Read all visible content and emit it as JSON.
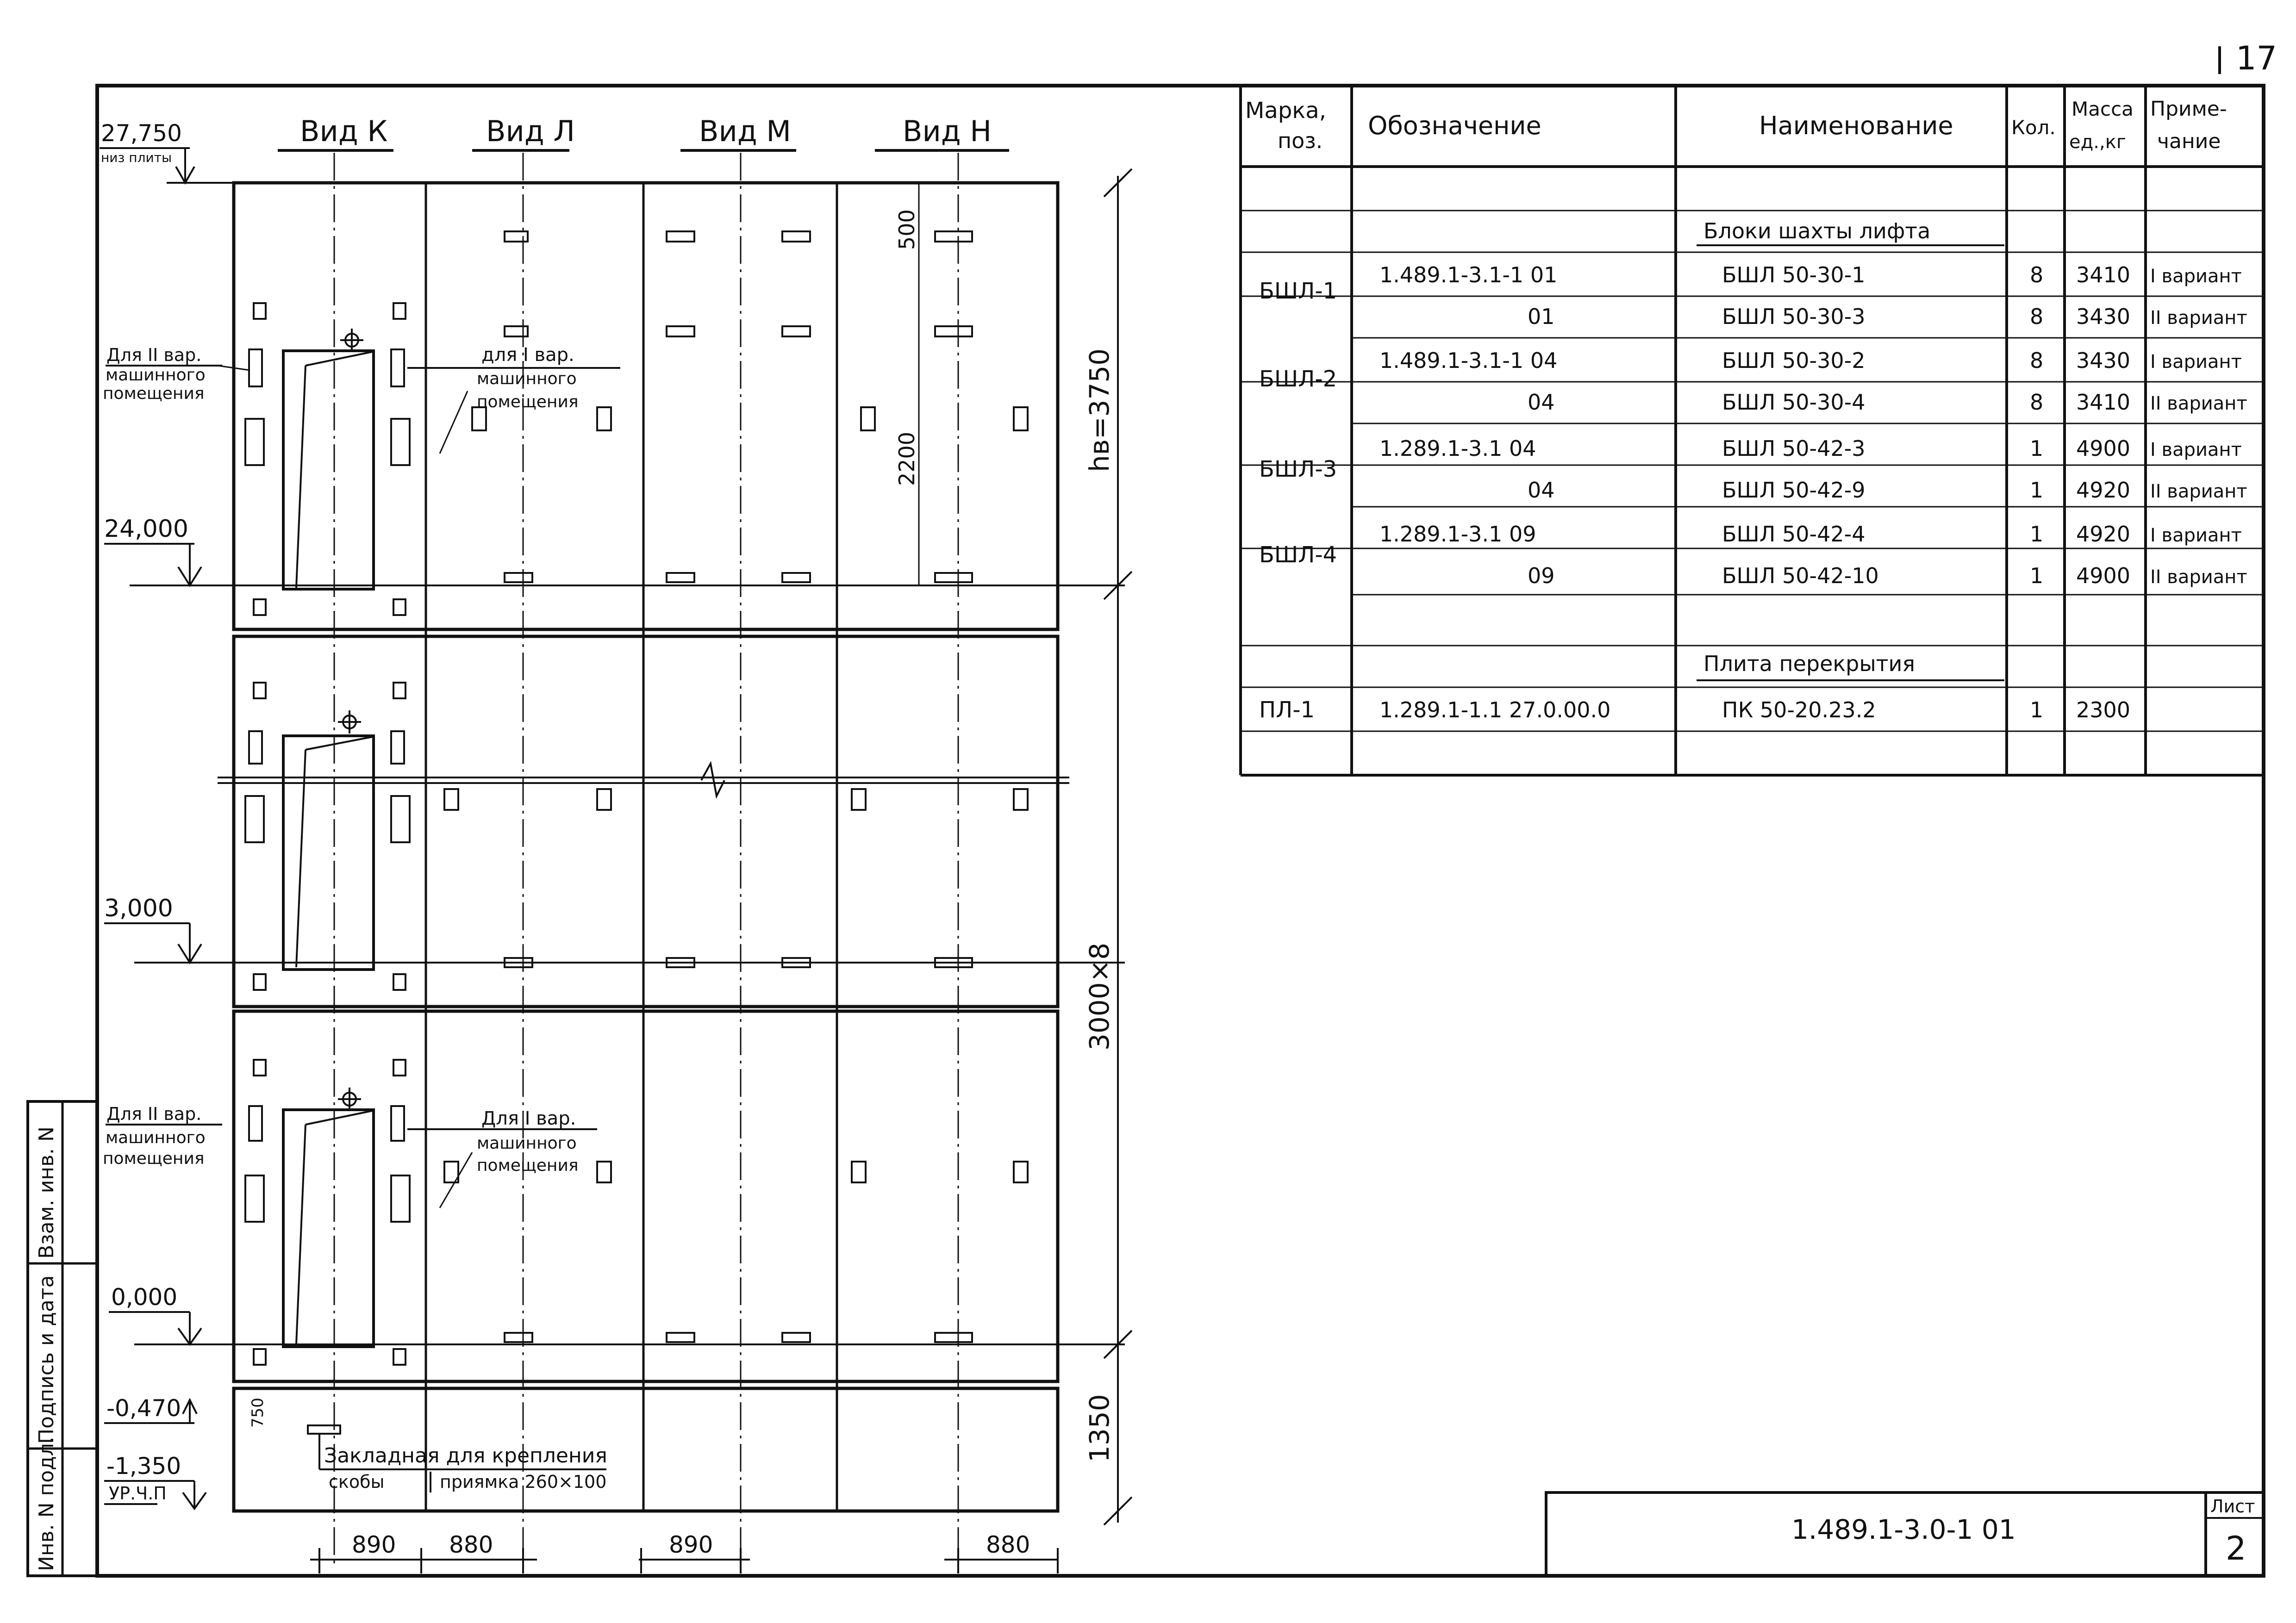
{
  "corner_number": "17",
  "views": [
    {
      "label": "Вид К"
    },
    {
      "label": "Вид Л"
    },
    {
      "label": "Вид М"
    },
    {
      "label": "Вид Н"
    }
  ],
  "elevations": [
    {
      "value": "27,750",
      "note": "низ плиты"
    },
    {
      "value": "24,000",
      "note": ""
    },
    {
      "value": "3,000",
      "note": ""
    },
    {
      "value": "0,000",
      "note": ""
    },
    {
      "value": "-0,470",
      "note": ""
    },
    {
      "value": "-1,350",
      "note": "УР.Ч.П"
    }
  ],
  "dimensions": {
    "top_spacing": "500",
    "inner_height": "2200",
    "floor_height": "hв=3750",
    "repeat_height": "3000×8",
    "pit_height": "1350",
    "pit_offset": "750",
    "bottom": [
      "890",
      "880",
      "890",
      "880"
    ]
  },
  "annotations": {
    "var2_top_line1": "Для II вар.",
    "var2_top_line2": "машинного",
    "var2_top_line3": "помещения",
    "var1_top_line1": "для I вар.",
    "var1_top_line2": "машинного",
    "var1_top_line3": "помещения",
    "var2_bot_line1": "Для II вар.",
    "var2_bot_line2": "машинного",
    "var2_bot_line3": "помещения",
    "var1_bot_line1": "Для I вар.",
    "var1_bot_line2": "машинного",
    "var1_bot_line3": "помещения",
    "embedded_line1": "Закладная для крепления",
    "embedded_line2a": "скобы",
    "embedded_line2b": "приямка 260×100"
  },
  "side_stamp": [
    "Инв. N подл.",
    "Подпись и дата",
    "Взам. инв. N"
  ],
  "table": {
    "headers": {
      "mark": [
        "Марка,",
        "поз."
      ],
      "designation": "Обозначение",
      "name": "Наименование",
      "qty": "Кол.",
      "mass": [
        "Масса",
        "ед.,кг"
      ],
      "note": [
        "Приме-",
        "чание"
      ]
    },
    "section_blocks": "Блоки шахты лифта",
    "section_slab": "Плита перекрытия",
    "rows": [
      {
        "mark": "БШЛ-1",
        "designation": "1.489.1-3.1-1 01",
        "name": "БШЛ 50-30-1",
        "qty": "8",
        "mass": "3410",
        "note": "I вариант"
      },
      {
        "mark": "",
        "designation": "01",
        "name": "БШЛ 50-30-3",
        "qty": "8",
        "mass": "3430",
        "note": "II вариант"
      },
      {
        "mark": "БШЛ-2",
        "designation": "1.489.1-3.1-1 04",
        "name": "БШЛ 50-30-2",
        "qty": "8",
        "mass": "3430",
        "note": "I вариант"
      },
      {
        "mark": "",
        "designation": "04",
        "name": "БШЛ 50-30-4",
        "qty": "8",
        "mass": "3410",
        "note": "II вариант"
      },
      {
        "mark": "БШЛ-3",
        "designation": "1.289.1-3.1 04",
        "name": "БШЛ 50-42-3",
        "qty": "1",
        "mass": "4900",
        "note": "I вариант"
      },
      {
        "mark": "",
        "designation": "04",
        "name": "БШЛ 50-42-9",
        "qty": "1",
        "mass": "4920",
        "note": "II вариант"
      },
      {
        "mark": "БШЛ-4",
        "designation": "1.289.1-3.1 09",
        "name": "БШЛ 50-42-4",
        "qty": "1",
        "mass": "4920",
        "note": "I вариант"
      },
      {
        "mark": "",
        "designation": "09",
        "name": "БШЛ 50-42-10",
        "qty": "1",
        "mass": "4900",
        "note": "II вариант"
      }
    ],
    "slab_row": {
      "mark": "ПЛ-1",
      "designation": "1.289.1-1.1 27.0.00.0",
      "name": "ПК 50-20.23.2",
      "qty": "1",
      "mass": "2300",
      "note": ""
    }
  },
  "title_block": {
    "code": "1.489.1-3.0-1 01",
    "sheet_label": "Лист",
    "sheet_number": "2"
  }
}
